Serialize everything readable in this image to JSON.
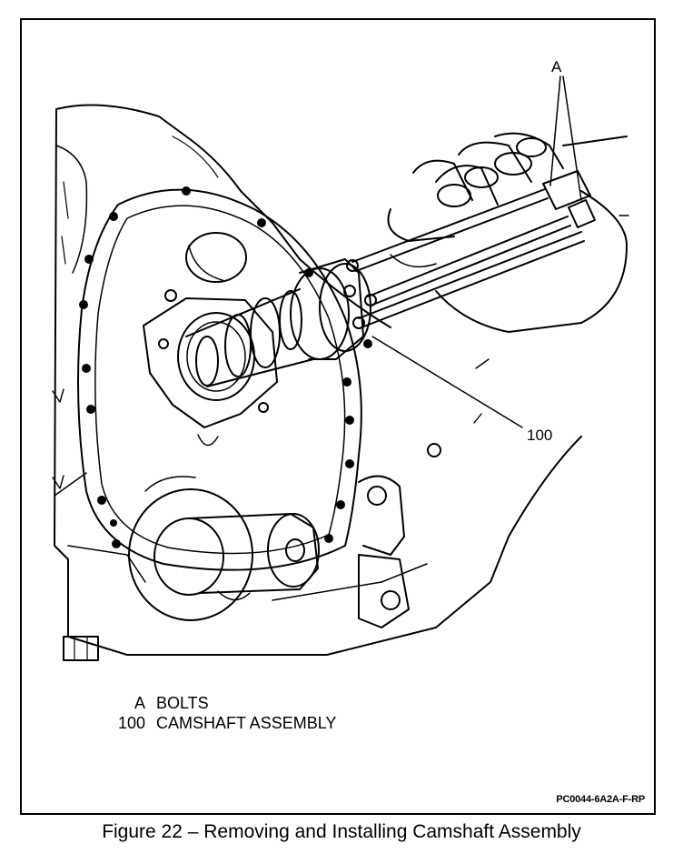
{
  "callouts": {
    "a": "A",
    "n100": "100"
  },
  "legend": [
    {
      "key": "A",
      "label": "BOLTS"
    },
    {
      "key": "100",
      "label": "CAMSHAFT ASSEMBLY"
    }
  ],
  "figure_code": "PC0044-6A2A-F-RP",
  "caption": "Figure 22 – Removing and Installing Camshaft Assembly"
}
